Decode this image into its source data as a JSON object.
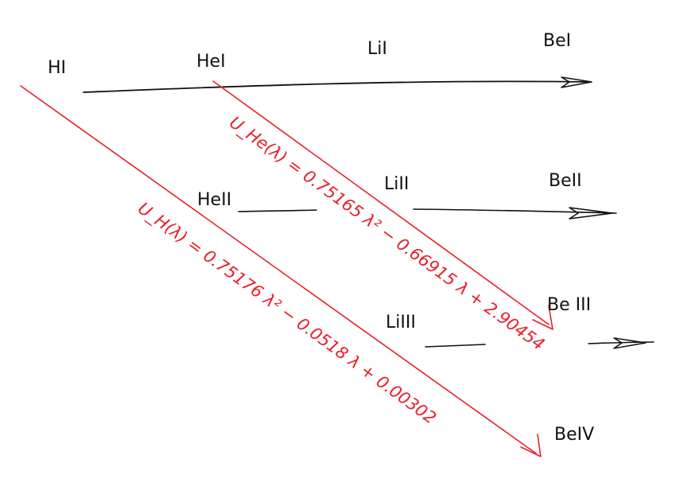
{
  "colors": {
    "ink": "#111111",
    "red": "#e8202a"
  },
  "species": {
    "h1": "HI",
    "he1": "HeI",
    "li1": "LiI",
    "be1": "BeI",
    "he2": "HeII",
    "li2": "LiII",
    "be2": "BeII",
    "li3": "LiIII",
    "be3": "Be III",
    "be4": "BeIV"
  },
  "formulas": {
    "he": "U_He(λ) = 0.75165 λ² − 0.66915 λ + 2.90454",
    "h": "U_H(λ) = 0.75176 λ² − 0.0518 λ + 0.00302"
  }
}
